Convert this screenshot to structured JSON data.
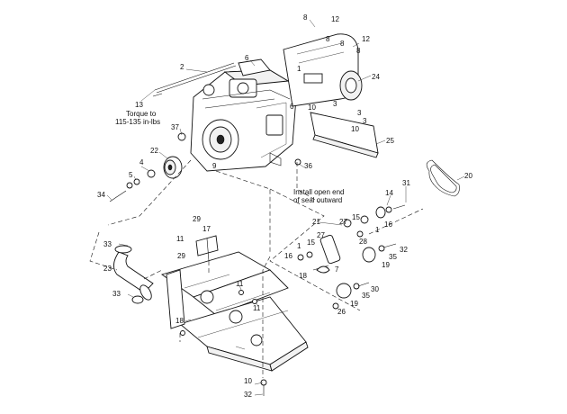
{
  "callouts": {
    "c2": "2",
    "c13": "13",
    "c37": "37",
    "c22": "22",
    "c4": "4",
    "c5": "5",
    "c34": "34",
    "c6a": "6",
    "c9": "9",
    "c36": "36",
    "c8a": "8",
    "c12a": "12",
    "c8b": "8",
    "c8c": "8",
    "c12b": "12",
    "c8d": "8",
    "c24": "24",
    "c1": "1",
    "c3a": "3",
    "c6b": "6",
    "c10a": "10",
    "c3b": "3",
    "c3c": "3",
    "c10b": "10",
    "c25": "25",
    "c20": "20",
    "c31": "31",
    "c14": "14",
    "c21": "21",
    "c15": "15",
    "c27a": "27",
    "c16a": "16",
    "c1b": "1",
    "c27b": "27",
    "c28": "28",
    "c1c": "1",
    "c15b": "15",
    "c16b": "16",
    "c18a": "18",
    "c7": "7",
    "c32a": "32",
    "c35a": "35",
    "c19a": "19",
    "c30": "30",
    "c35b": "35",
    "c19b": "19",
    "c26": "26",
    "c29a": "29",
    "c17": "17",
    "c11a": "11",
    "c29b": "29",
    "c33a": "33",
    "c23": "23",
    "c33b": "33",
    "c11b": "11",
    "c11c": "11",
    "c18b": "18",
    "c10c": "10",
    "c32b": "32"
  },
  "notes": {
    "torque_line1": "Torque to",
    "torque_line2": "115-135 in-lbs",
    "seal_line1": "Install open end",
    "seal_line2": "of seal outward"
  }
}
